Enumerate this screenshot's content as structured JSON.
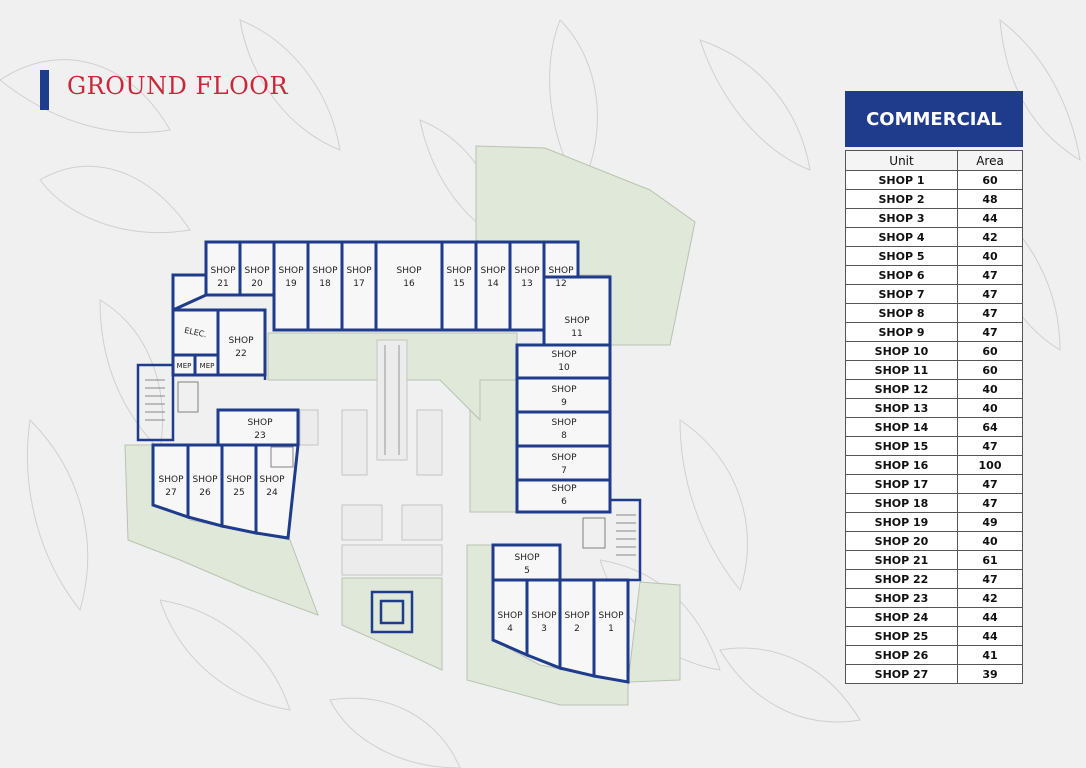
{
  "title": "GROUND FLOOR",
  "table": {
    "heading": "COMMERCIAL",
    "col_unit": "Unit",
    "col_area": "Area",
    "rows": [
      {
        "unit": "SHOP 1",
        "area": "60"
      },
      {
        "unit": "SHOP 2",
        "area": "48"
      },
      {
        "unit": "SHOP 3",
        "area": "44"
      },
      {
        "unit": "SHOP 4",
        "area": "42"
      },
      {
        "unit": "SHOP 5",
        "area": "40"
      },
      {
        "unit": "SHOP 6",
        "area": "47"
      },
      {
        "unit": "SHOP 7",
        "area": "47"
      },
      {
        "unit": "SHOP 8",
        "area": "47"
      },
      {
        "unit": "SHOP 9",
        "area": "47"
      },
      {
        "unit": "SHOP 10",
        "area": "60"
      },
      {
        "unit": "SHOP 11",
        "area": "60"
      },
      {
        "unit": "SHOP 12",
        "area": "40"
      },
      {
        "unit": "SHOP 13",
        "area": "40"
      },
      {
        "unit": "SHOP 14",
        "area": "64"
      },
      {
        "unit": "SHOP 15",
        "area": "47"
      },
      {
        "unit": "SHOP 16",
        "area": "100"
      },
      {
        "unit": "SHOP 17",
        "area": "47"
      },
      {
        "unit": "SHOP 18",
        "area": "47"
      },
      {
        "unit": "SHOP 19",
        "area": "49"
      },
      {
        "unit": "SHOP 20",
        "area": "40"
      },
      {
        "unit": "SHOP 21",
        "area": "61"
      },
      {
        "unit": "SHOP 22",
        "area": "47"
      },
      {
        "unit": "SHOP 23",
        "area": "42"
      },
      {
        "unit": "SHOP 24",
        "area": "44"
      },
      {
        "unit": "SHOP 25",
        "area": "44"
      },
      {
        "unit": "SHOP 26",
        "area": "41"
      },
      {
        "unit": "SHOP 27",
        "area": "39"
      }
    ]
  },
  "plan_labels": {
    "shop": "SHOP",
    "elec": "ELEC.",
    "mep": "MEP",
    "numbers": [
      "1",
      "2",
      "3",
      "4",
      "5",
      "6",
      "7",
      "8",
      "9",
      "10",
      "11",
      "12",
      "13",
      "14",
      "15",
      "16",
      "17",
      "18",
      "19",
      "20",
      "21",
      "22",
      "23",
      "24",
      "25",
      "26",
      "27"
    ]
  },
  "colors": {
    "accent_blue": "#1f3b8c",
    "title_red": "#c8283a",
    "landscape_green": "#dfe8d9"
  }
}
